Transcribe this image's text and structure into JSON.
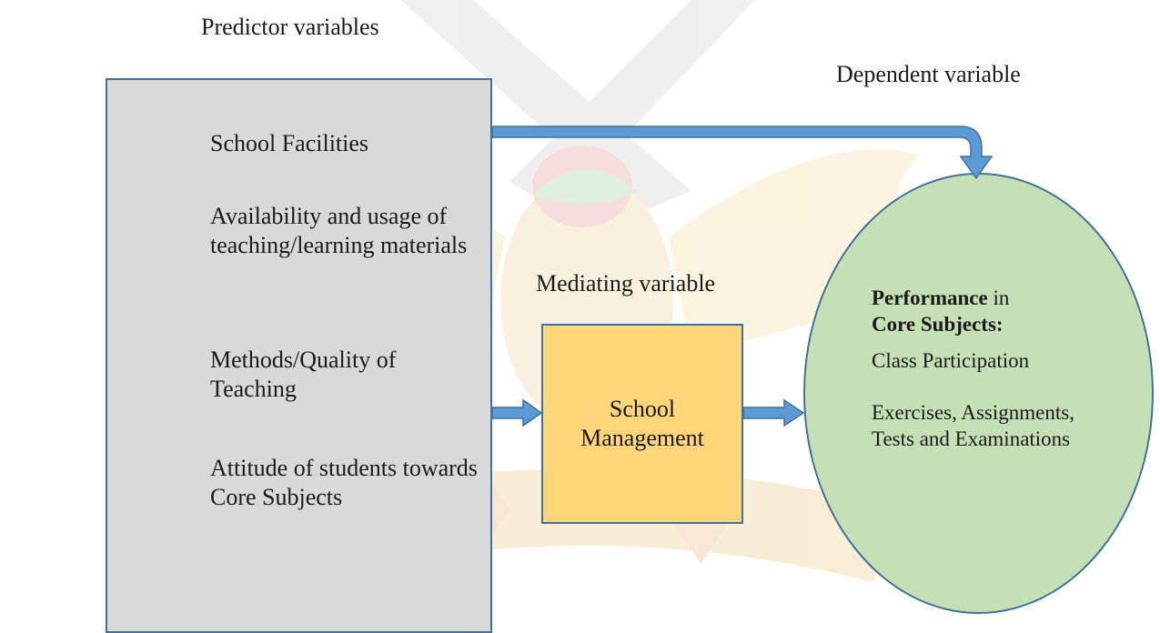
{
  "labels": {
    "predictor": "Predictor variables",
    "dependent": "Dependent variable",
    "mediating": "Mediating variable"
  },
  "predictors": {
    "school_facilities": "School Facilities",
    "materials": "Availability and usage of teaching/learning materials",
    "methods": "Methods/Quality of Teaching",
    "attitude": "Attitude of students towards Core Subjects"
  },
  "mediator": {
    "text": "School Management"
  },
  "outcome": {
    "heading_bold_1": "Performance",
    "heading_plain": " in",
    "heading_bold_2": "Core Subjects:",
    "item_1": "Class Participation",
    "item_2": "Exercises, Assignments, Tests and Examinations"
  },
  "colors": {
    "predictor_fill": "#d9d9d9",
    "mediator_fill": "#ffd67a",
    "outcome_fill": "#c5e0b4",
    "arrow_fill": "#5b9bd5",
    "outline": "#41719c"
  }
}
